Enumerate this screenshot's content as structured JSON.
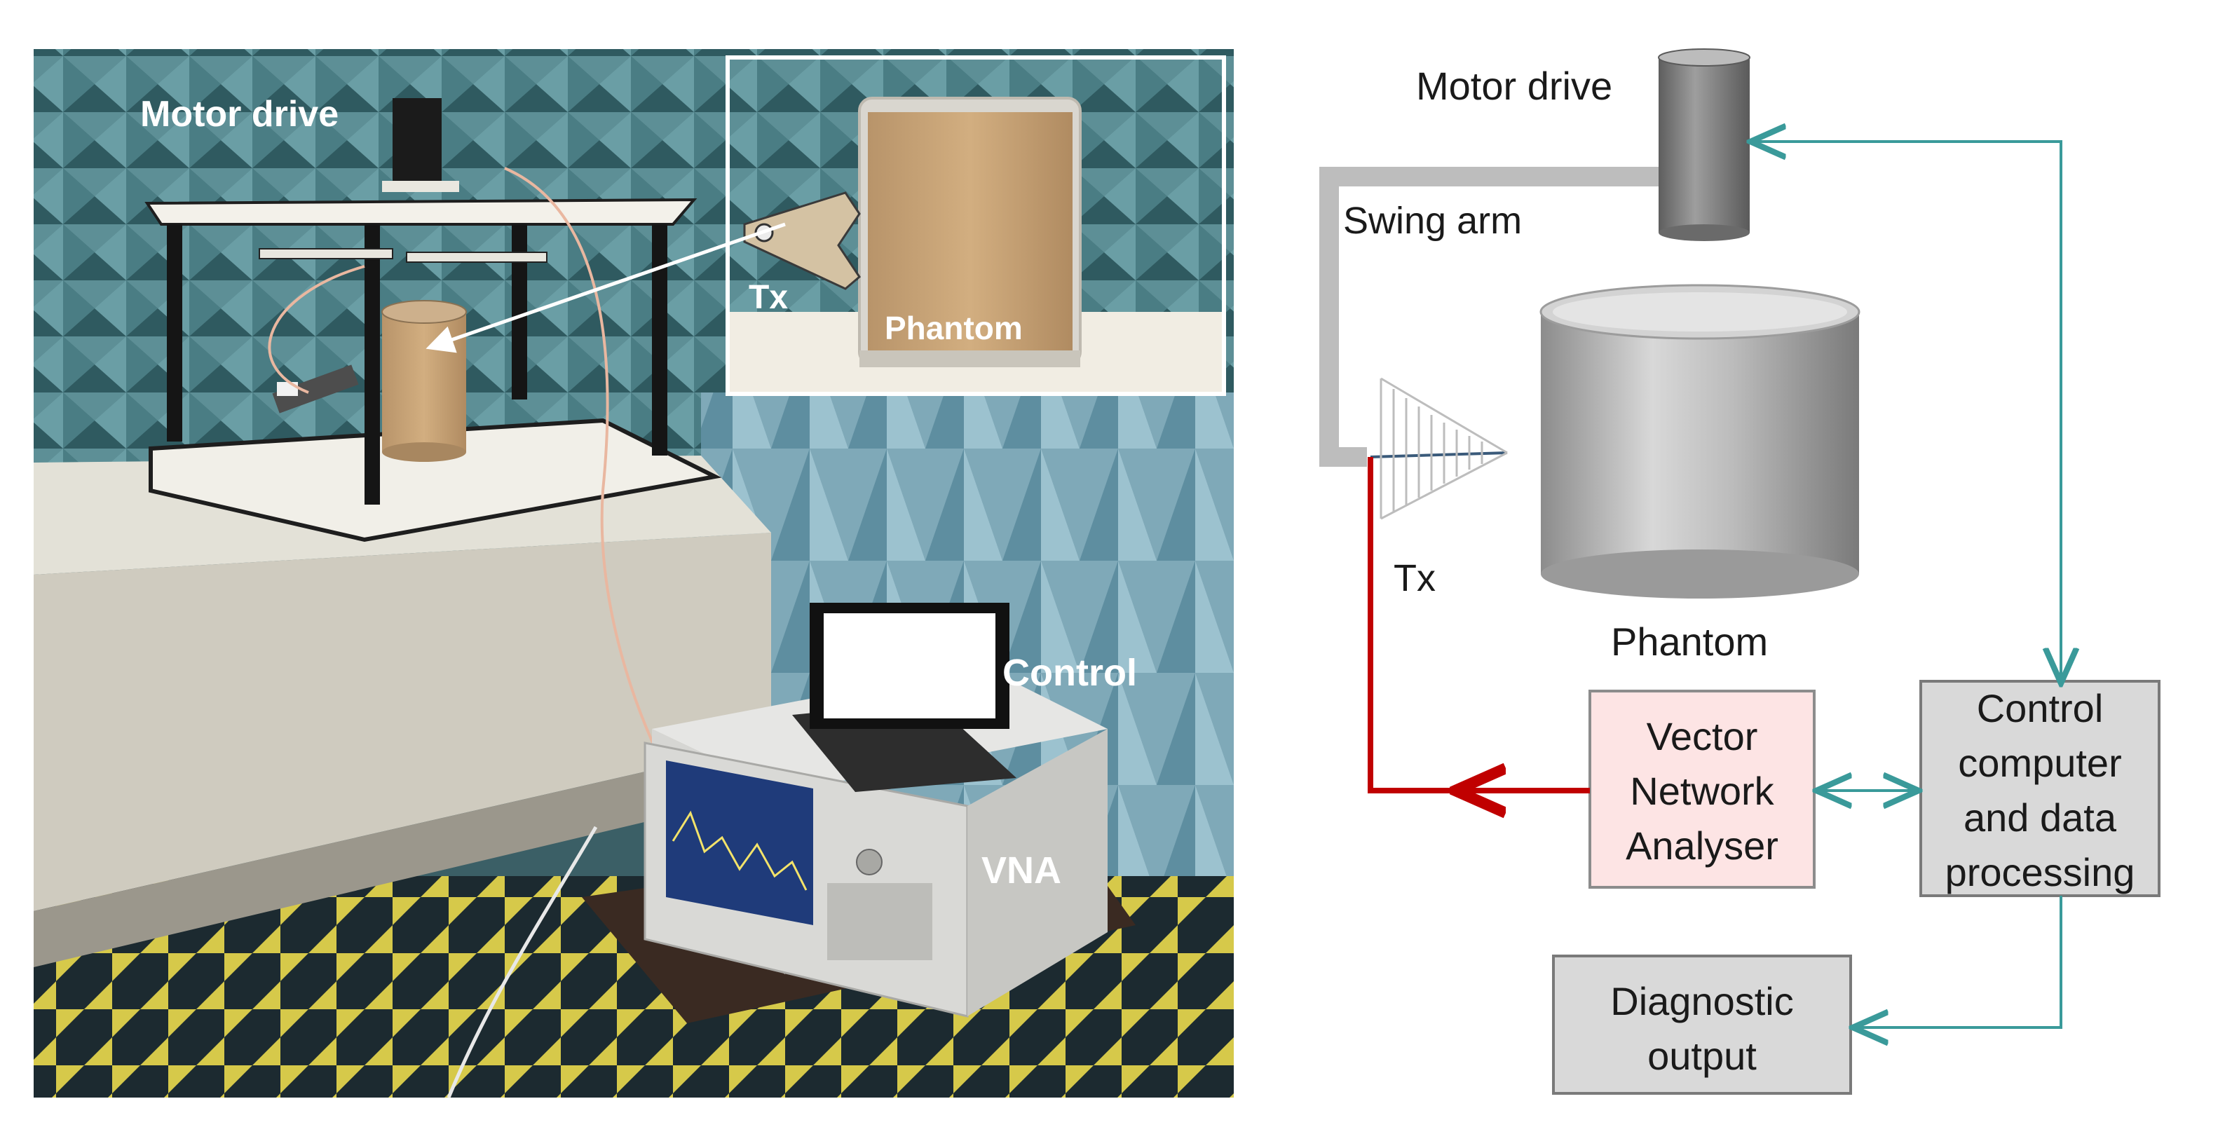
{
  "photo": {
    "labels": {
      "motor_drive": "Motor drive",
      "control": "Control",
      "vna": "VNA"
    },
    "inset": {
      "tx": "Tx",
      "phantom": "Phantom"
    }
  },
  "diagram": {
    "motor_drive": "Motor drive",
    "swing_arm": "Swing arm",
    "tx": "Tx",
    "phantom": "Phantom",
    "vna_box": [
      "Vector",
      "Network",
      "Analyser"
    ],
    "control_box": [
      "Control",
      "computer",
      "and data",
      "processing"
    ],
    "output_box": [
      "Diagnostic",
      "output"
    ]
  },
  "colors": {
    "signal_red": "#c00000",
    "link_teal": "#3a9a9a",
    "vna_fill": "#fde4e4",
    "box_fill": "#d9d9d9",
    "absorber": "#4f7f86"
  }
}
